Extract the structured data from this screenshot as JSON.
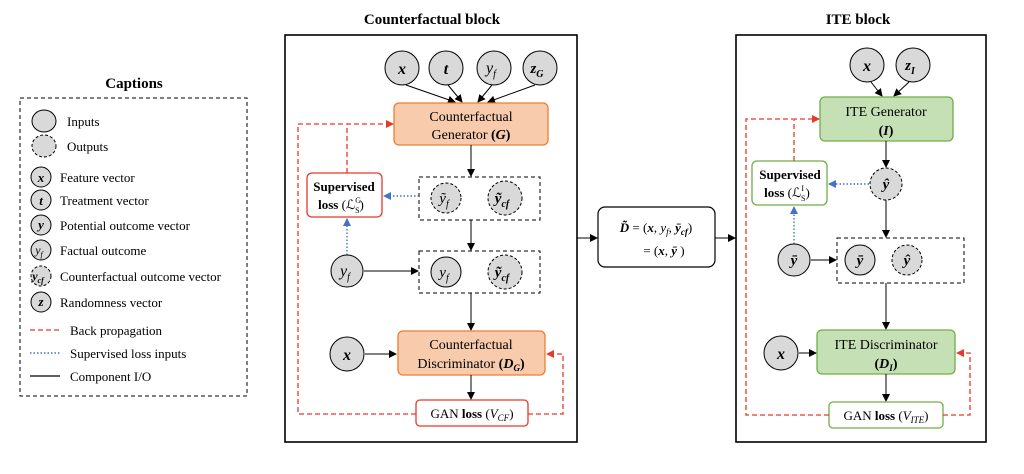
{
  "colors": {
    "orange_fill": "#f8cbad",
    "orange_stroke": "#ed7d31",
    "green_fill": "#c5e0b4",
    "green_stroke": "#70ad47",
    "red": "#e8382a",
    "blue": "#4472c4",
    "node_fill": "#d9d9d9"
  },
  "titles": {
    "counterfactual_block": "Counterfactual block",
    "ite_block": "ITE block",
    "captions": "Captions"
  },
  "legend": {
    "inputs": "Inputs",
    "outputs": "Outputs",
    "items": [
      {
        "symbol": "x",
        "label": "Feature vector"
      },
      {
        "symbol": "t",
        "label": "Treatment vector"
      },
      {
        "symbol": "y",
        "label": "Potential outcome vector"
      },
      {
        "symbol": "y_f",
        "label": "Factual outcome"
      },
      {
        "symbol": "y_cf",
        "label": "Counterfactual outcome vector"
      },
      {
        "symbol": "z",
        "label": "Randomness vector"
      }
    ],
    "back_propagation": "Back propagation",
    "supervised_loss_inputs": "Supervised loss inputs",
    "component_io": "Component I/O"
  },
  "cf_block": {
    "inputs": [
      "x",
      "t",
      "y_f",
      "z_G"
    ],
    "generator": {
      "line1": "Counterfactual",
      "line2": "Generator (G)"
    },
    "supervised_loss": {
      "line1": "Supervised",
      "line2": "loss (ℒ_S^G)"
    },
    "gen_outputs": [
      "ỹ_f",
      "ỹ_cf"
    ],
    "y_f_input": "y_f",
    "disc_inputs": [
      "y_f",
      "ỹ_cf"
    ],
    "x_input": "x",
    "discriminator": {
      "line1": "Counterfactual",
      "line2": "Discriminator (D_G)"
    },
    "gan_loss": "GAN loss (V_CF)"
  },
  "dataset": {
    "line1": "D̃ = (x, y_f, ȳ_cf)",
    "line2": "= (x, ȳ )"
  },
  "ite_block": {
    "inputs": [
      "x",
      "z_I"
    ],
    "generator": {
      "line1": "ITE Generator",
      "line2": "(I)"
    },
    "supervised_loss": {
      "line1": "Supervised",
      "line2": "loss (ℒ_S^I)"
    },
    "gen_output": "ŷ",
    "ybar_input": "ȳ",
    "disc_inputs": [
      "ȳ",
      "ŷ"
    ],
    "x_input": "x",
    "discriminator": {
      "line1": "ITE Discriminator",
      "line2": "(D_I)"
    },
    "gan_loss": "GAN loss (V_ITE)"
  }
}
